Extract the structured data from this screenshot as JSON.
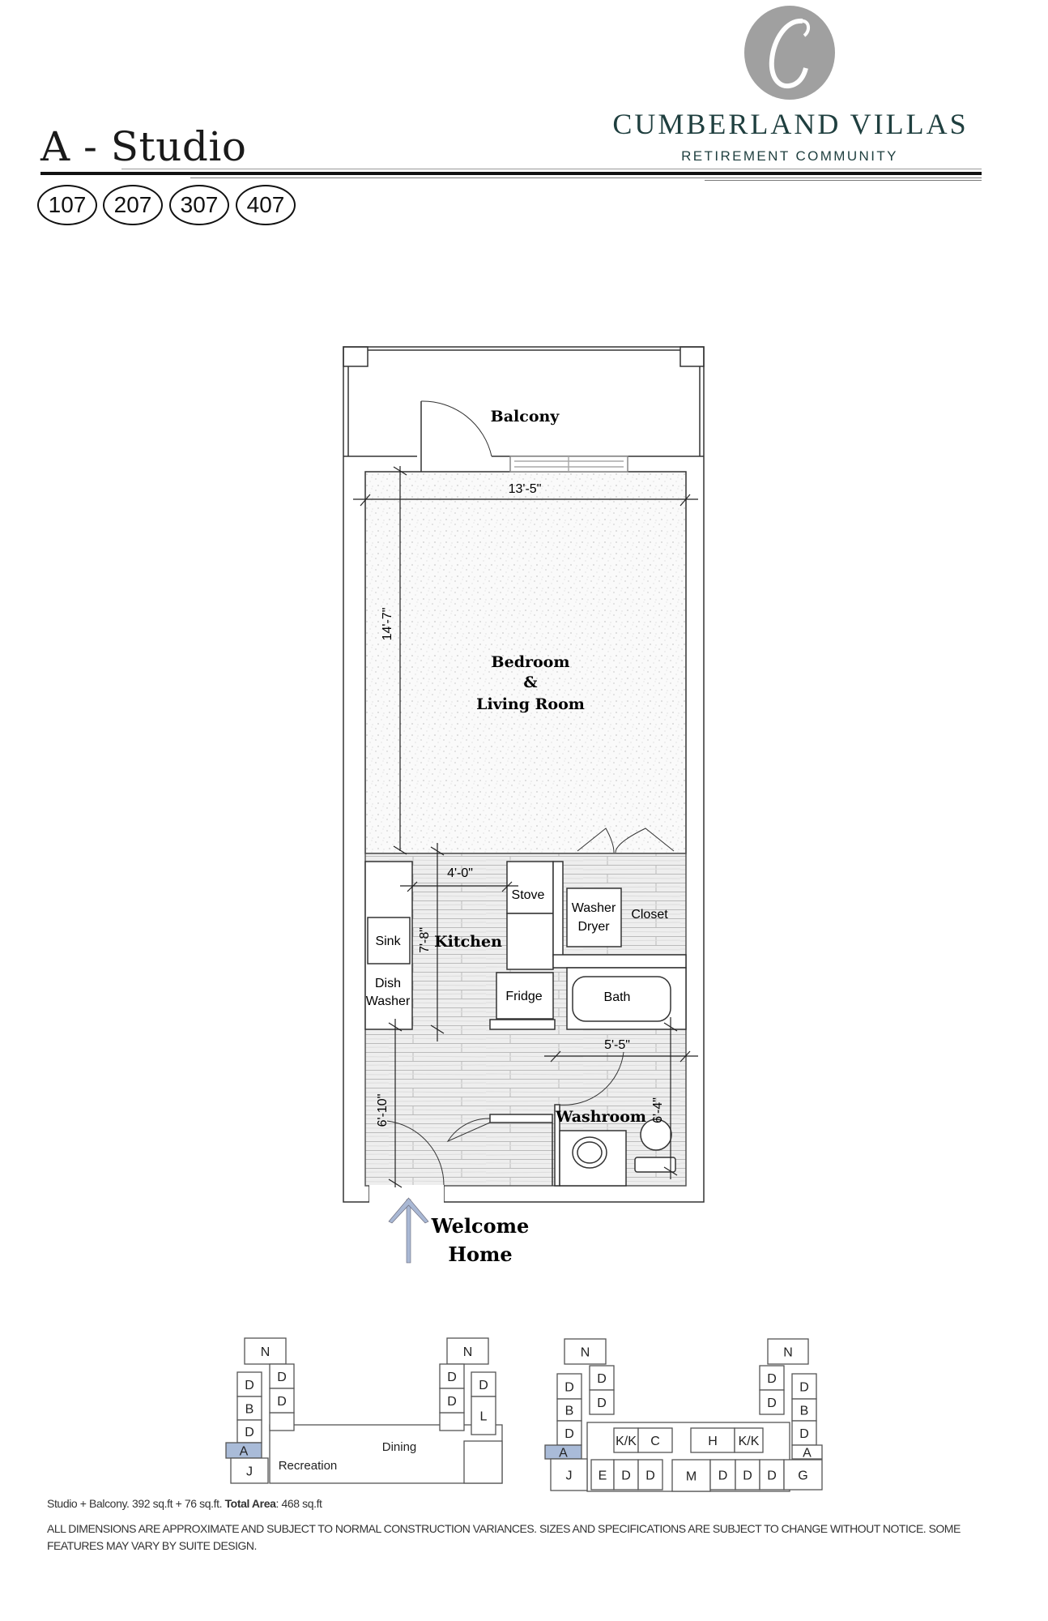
{
  "header": {
    "title": "A - Studio",
    "units": [
      "107",
      "207",
      "307",
      "407"
    ]
  },
  "logo": {
    "monogram": "C",
    "brand": "CUMBERLAND VILLAS",
    "tagline": "RETIREMENT COMMUNITY",
    "colors": {
      "monogram": "#a0a0a0",
      "text": "#1f3f3f"
    }
  },
  "floorplan": {
    "rooms": {
      "balcony": "Balcony",
      "bedroom_line1": "Bedroom",
      "bedroom_line2": "&",
      "bedroom_line3": "Living Room",
      "kitchen": "Kitchen",
      "washroom": "Washroom"
    },
    "fixtures": {
      "stove": "Stove",
      "washer": "Washer",
      "dryer": "Dryer",
      "closet": "Closet",
      "sink": "Sink",
      "dish": "Dish",
      "washer2": "Washer",
      "fridge": "Fridge",
      "bath": "Bath"
    },
    "dimensions": {
      "bedroom_width": "13'-5\"",
      "bedroom_depth": "14'-7\"",
      "kitchen_width": "4'-0\"",
      "kitchen_depth": "7'-8\"",
      "washroom_width": "5'-5\"",
      "washroom_depth": "6'-4\"",
      "entry_depth": "6'-10\""
    },
    "entry_line1": "Welcome",
    "entry_line2": "Home",
    "arrow_color": "#a9b8d4"
  },
  "keyplans": {
    "highlight_color": "#a9bbd8",
    "left": {
      "labels": [
        "N",
        "D",
        "B",
        "D",
        "A",
        "J",
        "D",
        "D",
        "N",
        "D",
        "D",
        "D",
        "L"
      ],
      "areas": [
        "Recreation",
        "Dining"
      ]
    },
    "right": {
      "labels": [
        "N",
        "D",
        "B",
        "D",
        "A",
        "J",
        "D",
        "D",
        "K/K",
        "C",
        "H",
        "K/K",
        "E",
        "D",
        "D",
        "M",
        "D",
        "D",
        "D",
        "G",
        "N",
        "D",
        "D",
        "D",
        "B",
        "D",
        "A"
      ]
    }
  },
  "footer": {
    "area_prefix": "Studio + Balcony. 392 sq.ft + 76 sq.ft. ",
    "area_label": "Total Area",
    "area_value": ": 468 sq.ft",
    "disclaimer": "ALL DIMENSIONS ARE APPROXIMATE AND SUBJECT TO NORMAL CONSTRUCTION VARIANCES. SIZES AND SPECIFICATIONS ARE SUBJECT TO CHANGE WITHOUT NOTICE. SOME FEATURES MAY VARY BY SUITE DESIGN."
  }
}
